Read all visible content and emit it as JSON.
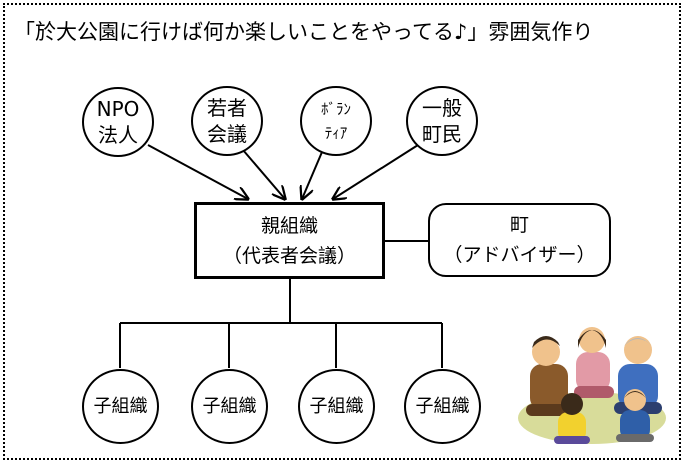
{
  "title": "「於大公園に行けば何か楽しいことをやってる♪」雰囲気作り",
  "members": [
    {
      "line1": "NPO",
      "line2": "法人"
    },
    {
      "line1": "若者",
      "line2": "会議"
    },
    {
      "line1": "ﾎﾞﾗﾝ",
      "line2": "ﾃｨｱ"
    },
    {
      "line1": "一般",
      "line2": "町民"
    }
  ],
  "parent": {
    "line1": "親組織",
    "line2": "（代表者会議）"
  },
  "advisor": {
    "line1": "町",
    "line2": "（アドバイザー）"
  },
  "children": [
    "子組織",
    "子組織",
    "子組織",
    "子組織"
  ],
  "colors": {
    "line": "#000000",
    "background": "#ffffff"
  }
}
